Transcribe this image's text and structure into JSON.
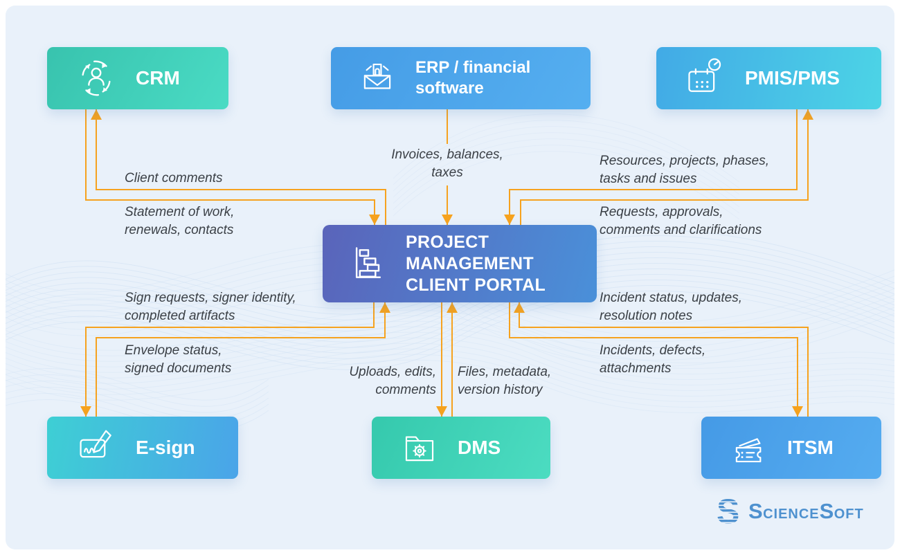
{
  "nodes": {
    "crm": {
      "label": "CRM",
      "icon": "crm-sync-users-icon"
    },
    "erp": {
      "label": "ERP / financial\nsoftware",
      "icon": "envelope-money-icon"
    },
    "pmis": {
      "label": "PMIS/PMS",
      "icon": "calendar-gauge-icon"
    },
    "portal": {
      "label": "PROJECT\nMANAGEMENT\nCLIENT PORTAL",
      "icon": "gantt-chart-icon"
    },
    "esign": {
      "label": "E-sign",
      "icon": "signature-pen-icon"
    },
    "dms": {
      "label": "DMS",
      "icon": "folder-gear-icon"
    },
    "itsm": {
      "label": "ITSM",
      "icon": "ticket-icon"
    }
  },
  "flows": {
    "client_comments": "Client comments",
    "statement_of_work": "Statement of work,\nrenewals, contacts",
    "invoices": "Invoices, balances,\ntaxes",
    "resources": "Resources, projects, phases,\ntasks and issues",
    "requests": "Requests, approvals,\ncomments and clarifications",
    "sign_requests": "Sign requests, signer identity,\ncompleted artifacts",
    "envelope_status": "Envelope status,\nsigned documents",
    "uploads": "Uploads, edits,\ncomments",
    "files": "Files, metadata,\nversion history",
    "incident_status": "Incident status, updates,\nresolution notes",
    "incidents": "Incidents, defects,\nattachments"
  },
  "logo": {
    "name": "ScienceSoft",
    "s1": "S",
    "part1": "CIENCE",
    "s2": "S",
    "part2": "OFT"
  },
  "colors": {
    "arrow": "#f6a21e",
    "flow_label_text": "#3b4046",
    "canvas_bg": "#e9f1fa",
    "crm_gradient": [
      "#38c3ae",
      "#4adbc4"
    ],
    "erp_gradient": [
      "#459ce6",
      "#55aff0"
    ],
    "pmis_gradient": [
      "#42aae6",
      "#4cd4e6"
    ],
    "portal_gradient": [
      "#5a64ba",
      "#4a90d9"
    ],
    "esign_gradient": [
      "#3ecfd4",
      "#4aa4e9"
    ],
    "dms_gradient": [
      "#35c9ad",
      "#4cdcc1"
    ],
    "itsm_gradient": [
      "#459ae6",
      "#55acf0"
    ],
    "logo_blue": "#4e91cf"
  }
}
